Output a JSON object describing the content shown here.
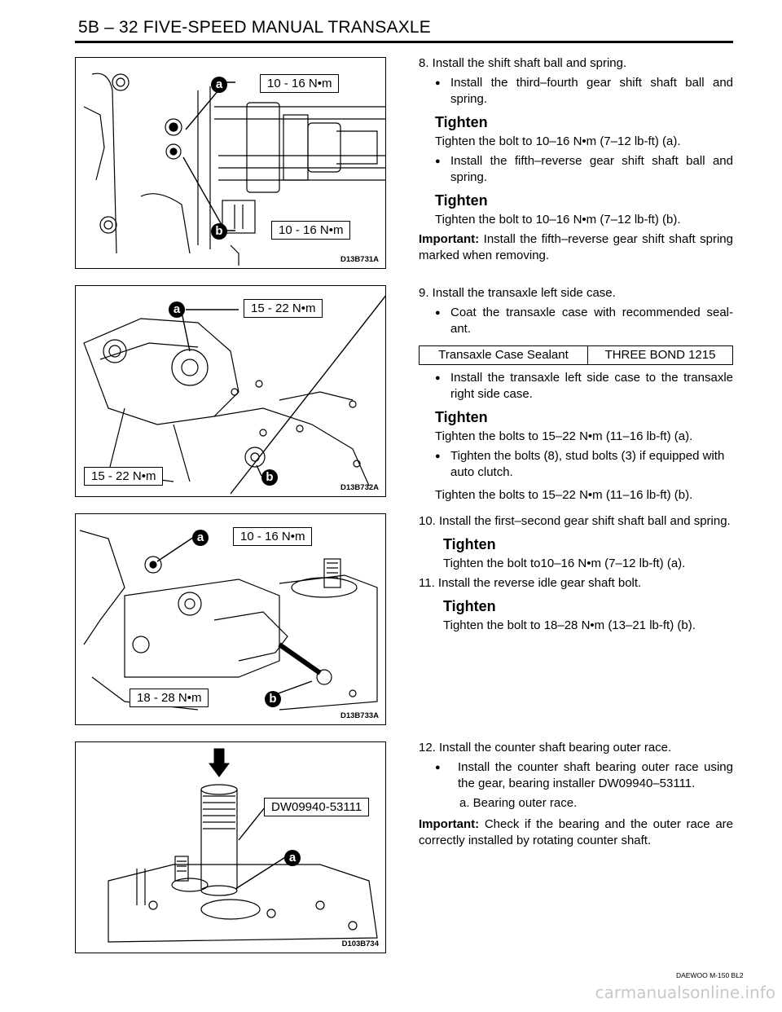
{
  "header": {
    "title": "5B – 32  FIVE-SPEED MANUAL TRANSAXLE"
  },
  "figures": [
    {
      "code": "D13B731A",
      "callouts": {
        "a": "10 - 16 N•m",
        "b": "10 - 16 N•m"
      },
      "letters": {
        "a": "a",
        "b": "b"
      }
    },
    {
      "code": "D13B732A",
      "callouts": {
        "a": "15 - 22 N•m",
        "b": "15 - 22 N•m"
      },
      "letters": {
        "a": "a",
        "b": "b"
      }
    },
    {
      "code": "D13B733A",
      "callouts": {
        "a": "10 - 16 N•m",
        "b": "18 - 28 N•m"
      },
      "letters": {
        "a": "a",
        "b": "b"
      }
    },
    {
      "code": "D103B734",
      "callouts": {
        "tool": "DW09940-53111"
      },
      "letters": {
        "a": "a"
      }
    }
  ],
  "steps": {
    "s8": {
      "title": "8.  Install the shift shaft ball and spring.",
      "b1": "Install the third–fourth gear shift shaft ball and spring.",
      "t1_head": "Tighten",
      "t1_text": "Tighten the bolt to 10–16 N•m (7–12 lb-ft) (a).",
      "b2": "Install the fifth–reverse gear shift shaft ball and spring.",
      "t2_head": "Tighten",
      "t2_text": "Tighten the bolt to 10–16 N•m (7–12 lb-ft) (b).",
      "imp_label": "Important:",
      "imp_text": " Install the fifth–reverse gear shift shaft spring marked when removing."
    },
    "s9": {
      "title": "9.  Install the transaxle left side case.",
      "b1": "Coat the transaxle case with recommended seal-ant.",
      "table": {
        "col1": "Transaxle Case Sealant",
        "col2": "THREE BOND 1215"
      },
      "b2": "Install the transaxle left side case to the transaxle right side case.",
      "t1_head": "Tighten",
      "t1_text": "Tighten the bolts to 15–22 N•m (11–16 lb-ft) (a).",
      "b3": "Tighten the bolts (8), stud bolts (3) if equipped with auto clutch.",
      "t2_text": "Tighten the bolts to 15–22 N•m (11–16 lb-ft) (b)."
    },
    "s10": {
      "title": "10.  Install the first–second gear shift shaft ball and spring.",
      "t1_head": "Tighten",
      "t1_text": "Tighten the bolt to10–16 N•m (7–12 lb-ft) (a)."
    },
    "s11": {
      "title": "11.  Install the reverse idle gear shaft bolt.",
      "t1_head": "Tighten",
      "t1_text": "Tighten the bolt to 18–28 N•m (13–21 lb-ft) (b)."
    },
    "s12": {
      "title": "12.  Install the counter shaft bearing outer race.",
      "b1": "Install the counter shaft bearing outer race using the gear, bearing installer DW09940–53111.",
      "sub_a": "a.  Bearing outer race.",
      "imp_label": "Important:",
      "imp_text": " Check if the bearing and the outer race are correctly installed by rotating counter shaft."
    }
  },
  "footer": {
    "code": "DAEWOO M-150 BL2"
  },
  "watermark": "carmanualsonline.info"
}
